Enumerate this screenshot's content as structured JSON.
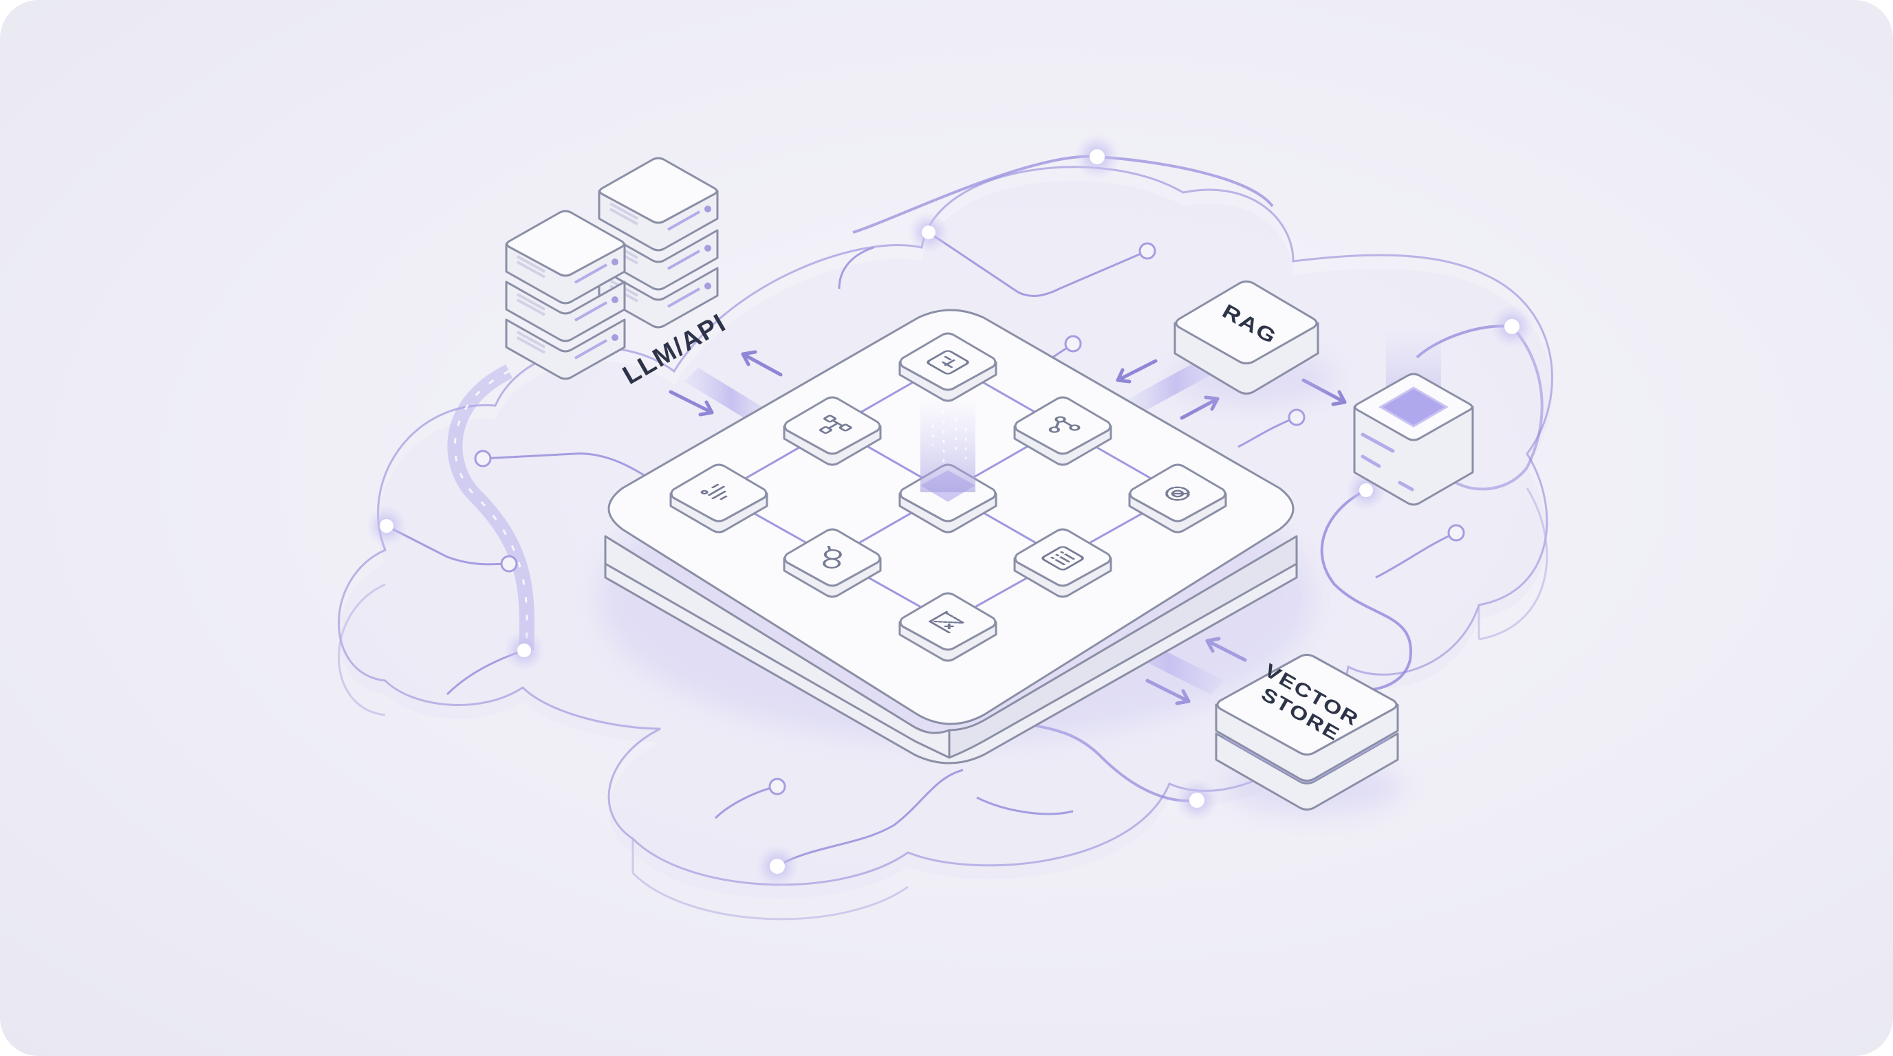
{
  "diagram": {
    "title": "AI application architecture (isometric)",
    "theme": {
      "background": "#efeef6",
      "accent": "#9188dc",
      "accent_glow": "#c9c4f2",
      "outline": "#8a8fa6",
      "label": "#2e3448"
    },
    "nodes": {
      "llm_api": {
        "label": "LLM/API",
        "icon": "server-stack-icon",
        "units": 6
      },
      "rag": {
        "label": "RAG",
        "icon": "block-icon"
      },
      "vector_store": {
        "label_line1": "VECTOR",
        "label_line2": "STORE",
        "icon": "stacked-disk-icon"
      },
      "data_sink": {
        "label": "",
        "icon": "beam-receiver-icon"
      },
      "platform": {
        "label": "",
        "icon": "platform-grid"
      }
    },
    "platform_modules": [
      {
        "id": "top",
        "icon": "chart-panel-icon"
      },
      {
        "id": "upper-left",
        "icon": "flowchart-icon"
      },
      {
        "id": "upper-right",
        "icon": "share-nodes-icon"
      },
      {
        "id": "left",
        "icon": "bar-chart-icon"
      },
      {
        "id": "center",
        "icon": "beam-core-icon"
      },
      {
        "id": "right",
        "icon": "gear-icon"
      },
      {
        "id": "lower-left",
        "icon": "chat-bubbles-icon"
      },
      {
        "id": "lower-right",
        "icon": "list-panel-icon"
      },
      {
        "id": "bottom",
        "icon": "scatter-plot-icon"
      }
    ],
    "connections": [
      {
        "from": "platform",
        "to": "llm_api",
        "direction": "bidirectional"
      },
      {
        "from": "platform",
        "to": "rag",
        "direction": "bidirectional"
      },
      {
        "from": "rag",
        "to": "data_sink",
        "direction": "forward"
      },
      {
        "from": "platform",
        "to": "vector_store",
        "direction": "bidirectional"
      }
    ]
  }
}
